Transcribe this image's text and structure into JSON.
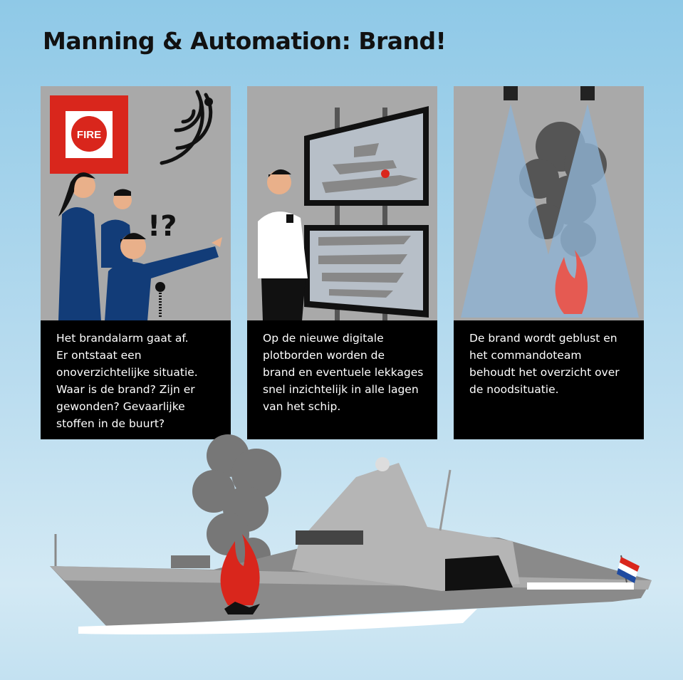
{
  "title": "Manning & Automation: Brand!",
  "panels": [
    {
      "sign": "FIRE",
      "exclaim": "!?",
      "lines": [
        "Het brandalarm gaat af.",
        "Er ontstaat een",
        "onoverzichtelijke situatie.",
        "Waar is de brand? Zijn er",
        "gewonden? Gevaarlijke",
        "stoffen in de buurt?"
      ]
    },
    {
      "lines": [
        "Op de nieuwe digitale",
        "plotborden worden de",
        "brand en eventuele lekkages",
        "snel inzichtelijk in alle lagen",
        "van het schip."
      ]
    },
    {
      "lines": [
        "De brand wordt geblust en",
        "het commandoteam",
        "behoudt het overzicht over",
        "de noodsituatie."
      ]
    }
  ],
  "colors": {
    "fire_red": "#d9261c",
    "uniform_blue": "#123c78",
    "panel_gray": "#a9a9a9"
  }
}
